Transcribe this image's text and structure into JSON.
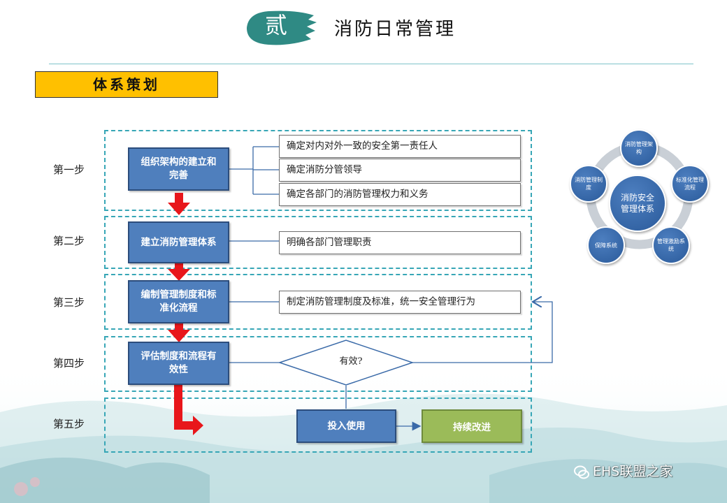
{
  "header": {
    "number": "贰",
    "title": "消防日常管理"
  },
  "section_tag": "体系策划",
  "steps": [
    {
      "label": "第一步",
      "process": "组织架构的建立和完善",
      "details": [
        "确定对内对外一致的安全第一责任人",
        "确定消防分管领导",
        "确定各部门的消防管理权力和义务"
      ]
    },
    {
      "label": "第二步",
      "process": "建立消防管理体系",
      "details": [
        "明确各部门管理职责"
      ]
    },
    {
      "label": "第三步",
      "process": "编制管理制度和标准化流程",
      "details": [
        "制定消防管理制度及标准，统一安全管理行为"
      ]
    },
    {
      "label": "第四步",
      "process": "评估制度和流程有效性",
      "decision": "有效?"
    },
    {
      "label": "第五步",
      "use_box": "投入使用",
      "improve_box": "持续改进"
    }
  ],
  "cycle": {
    "center": "消防安全管理体系",
    "nodes": [
      "消防管理架构",
      "标准化管理流程",
      "管理激励系统",
      "保障系统",
      "消防管理制度"
    ]
  },
  "watermark": "EHS联盟之家",
  "colors": {
    "accent_teal": "#37a6b6",
    "process_blue": "#4f7fbd",
    "tag_yellow": "#ffc000",
    "arrow_red": "#e8161b",
    "improve_green": "#9bbb59"
  }
}
